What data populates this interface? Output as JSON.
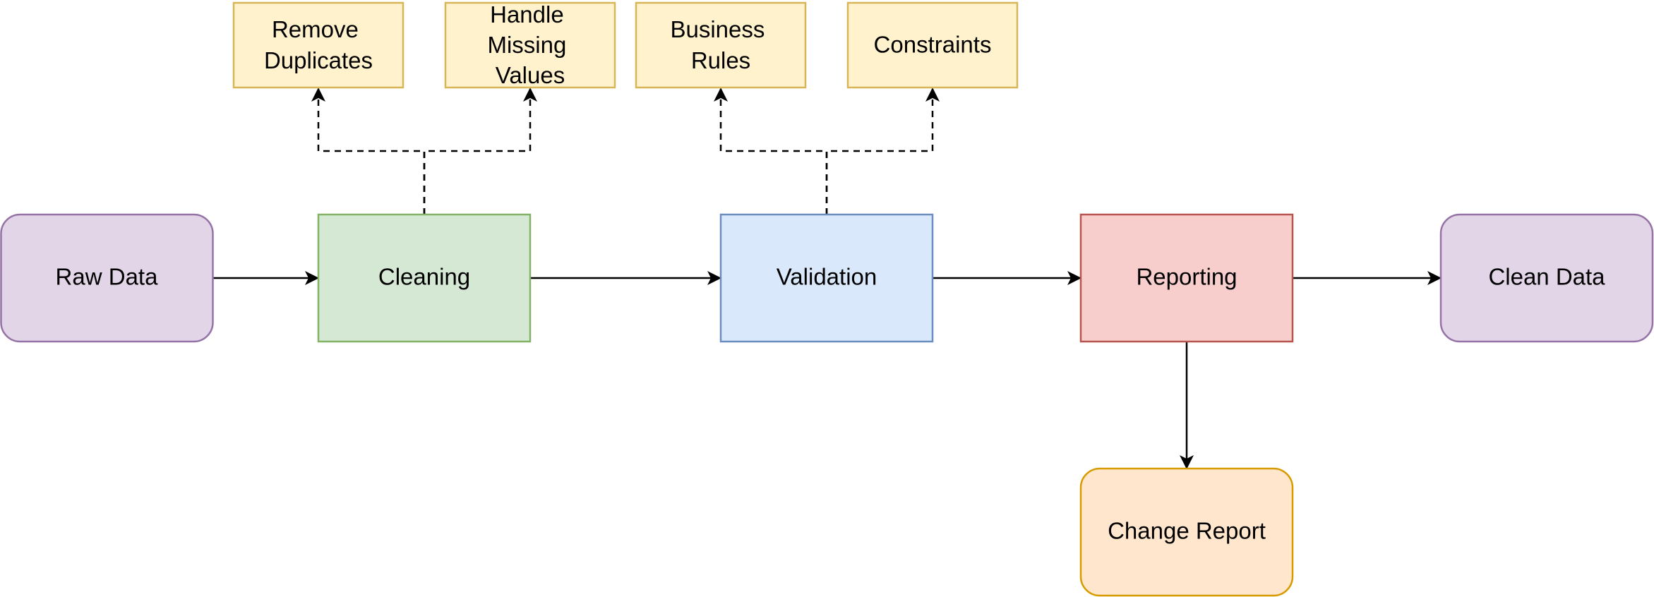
{
  "diagram": {
    "nodes": {
      "raw_data": {
        "label": "Raw Data",
        "shape": "rounded-rect",
        "fill": "#e1d5e7",
        "stroke": "#9673a6"
      },
      "cleaning": {
        "label": "Cleaning",
        "shape": "rect",
        "fill": "#d5e8d4",
        "stroke": "#82b366"
      },
      "validation": {
        "label": "Validation",
        "shape": "rect",
        "fill": "#dae8fc",
        "stroke": "#6c8ebf"
      },
      "reporting": {
        "label": "Reporting",
        "shape": "rect",
        "fill": "#f8cecc",
        "stroke": "#b85450"
      },
      "clean_data": {
        "label": "Clean Data",
        "shape": "rounded-rect",
        "fill": "#e1d5e7",
        "stroke": "#9673a6"
      },
      "change_report": {
        "label": "Change Report",
        "shape": "rounded-rect",
        "fill": "#ffe6cc",
        "stroke": "#d79b00"
      },
      "remove_duplicates": {
        "lines": [
          "Remove",
          "Duplicates"
        ],
        "shape": "rect",
        "fill": "#fff2cc",
        "stroke": "#d6b656"
      },
      "handle_missing_values": {
        "lines": [
          "Handle",
          "Missing",
          "Values"
        ],
        "shape": "rect",
        "fill": "#fff2cc",
        "stroke": "#d6b656"
      },
      "business_rules": {
        "lines": [
          "Business",
          "Rules"
        ],
        "shape": "rect",
        "fill": "#fff2cc",
        "stroke": "#d6b656"
      },
      "constraints": {
        "label": "Constraints",
        "shape": "rect",
        "fill": "#fff2cc",
        "stroke": "#d6b656"
      }
    },
    "edges": [
      {
        "from": "raw_data",
        "to": "cleaning",
        "style": "solid"
      },
      {
        "from": "cleaning",
        "to": "validation",
        "style": "solid"
      },
      {
        "from": "validation",
        "to": "reporting",
        "style": "solid"
      },
      {
        "from": "reporting",
        "to": "clean_data",
        "style": "solid"
      },
      {
        "from": "reporting",
        "to": "change_report",
        "style": "solid"
      },
      {
        "from": "cleaning",
        "to": "remove_duplicates",
        "style": "dashed"
      },
      {
        "from": "cleaning",
        "to": "handle_missing_values",
        "style": "dashed"
      },
      {
        "from": "validation",
        "to": "business_rules",
        "style": "dashed"
      },
      {
        "from": "validation",
        "to": "constraints",
        "style": "dashed"
      }
    ],
    "edge_color": "#000000"
  }
}
